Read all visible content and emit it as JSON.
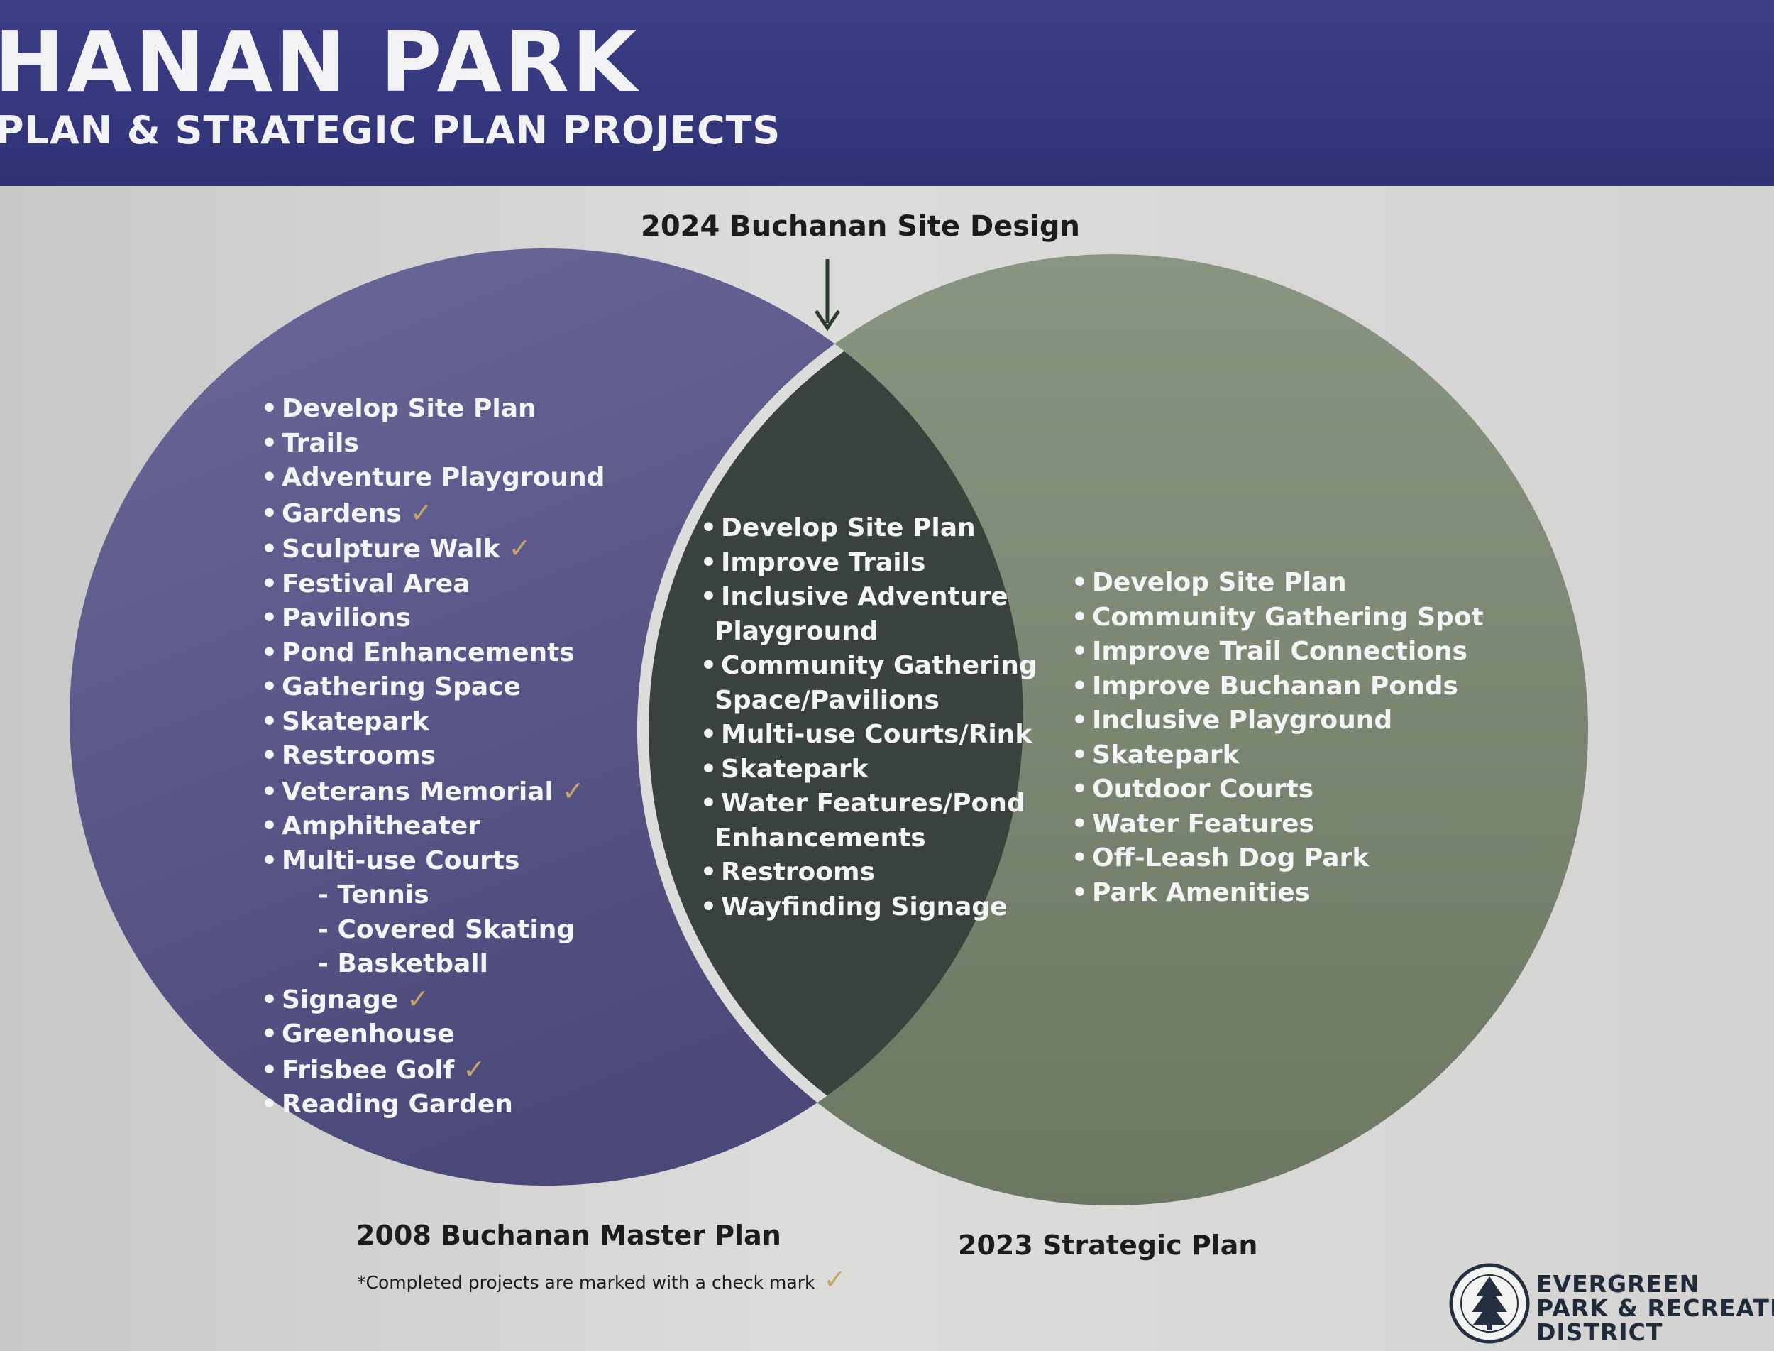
{
  "header": {
    "title": "HANAN PARK",
    "subtitle": "PLAN & STRATEGIC PLAN PROJECTS"
  },
  "top_label": "2024 Buchanan Site Design",
  "left_circle": {
    "label": "2008 Buchanan Master Plan",
    "note": "*Completed projects are marked with a check mark",
    "items": [
      {
        "text": "Develop Site Plan",
        "done": false,
        "level": 0
      },
      {
        "text": "Trails",
        "done": false,
        "level": 0
      },
      {
        "text": "Adventure Playground",
        "done": false,
        "level": 0
      },
      {
        "text": "Gardens",
        "done": true,
        "level": 0
      },
      {
        "text": "Sculpture Walk",
        "done": true,
        "level": 0
      },
      {
        "text": "Festival Area",
        "done": false,
        "level": 0
      },
      {
        "text": "Pavilions",
        "done": false,
        "level": 0
      },
      {
        "text": "Pond Enhancements",
        "done": false,
        "level": 0
      },
      {
        "text": "Gathering Space",
        "done": false,
        "level": 0
      },
      {
        "text": "Skatepark",
        "done": false,
        "level": 0
      },
      {
        "text": "Restrooms",
        "done": false,
        "level": 0
      },
      {
        "text": "Veterans Memorial",
        "done": true,
        "level": 0
      },
      {
        "text": "Amphitheater",
        "done": false,
        "level": 0
      },
      {
        "text": "Multi-use Courts",
        "done": false,
        "level": 0
      },
      {
        "text": "- Tennis",
        "done": false,
        "level": 1
      },
      {
        "text": "- Covered Skating",
        "done": false,
        "level": 1
      },
      {
        "text": "- Basketball",
        "done": false,
        "level": 1
      },
      {
        "text": "Signage",
        "done": true,
        "level": 0
      },
      {
        "text": "Greenhouse",
        "done": false,
        "level": 0
      },
      {
        "text": "Frisbee Golf",
        "done": true,
        "level": 0
      },
      {
        "text": "Reading Garden",
        "done": false,
        "level": 0
      }
    ]
  },
  "center": {
    "items": [
      {
        "text": "Develop Site Plan",
        "cont": false
      },
      {
        "text": "Improve Trails",
        "cont": false
      },
      {
        "text": "Inclusive Adventure",
        "cont": false
      },
      {
        "text": "Playground",
        "cont": true
      },
      {
        "text": "Community Gathering",
        "cont": false
      },
      {
        "text": "Space/Pavilions",
        "cont": true
      },
      {
        "text": "Multi-use Courts/Rink",
        "cont": false
      },
      {
        "text": "Skatepark",
        "cont": false
      },
      {
        "text": "Water Features/Pond",
        "cont": false
      },
      {
        "text": "Enhancements",
        "cont": true
      },
      {
        "text": "Restrooms",
        "cont": false
      },
      {
        "text": "Wayfinding Signage",
        "cont": false
      }
    ]
  },
  "right_circle": {
    "label": "2023 Strategic Plan",
    "items": [
      "Develop Site Plan",
      "Community Gathering Spot",
      "Improve Trail Connections",
      "Improve Buchanan Ponds",
      "Inclusive Playground",
      "Skatepark",
      "Outdoor Courts",
      "Water Features",
      "Off-Leash Dog Park",
      "Park Amenities"
    ]
  },
  "check_glyph": "✓",
  "logo": {
    "line1": "EVERGREEN",
    "line2": "PARK & RECREATIO",
    "line3": "DISTRICT",
    "icon": "evergreen-tree-seal-icon"
  },
  "colors": {
    "header": "#35387c",
    "left_circle": "#5c5b8c",
    "right_circle": "#7c8871",
    "overlap": "#3b433f",
    "check": "#c7a46a"
  }
}
